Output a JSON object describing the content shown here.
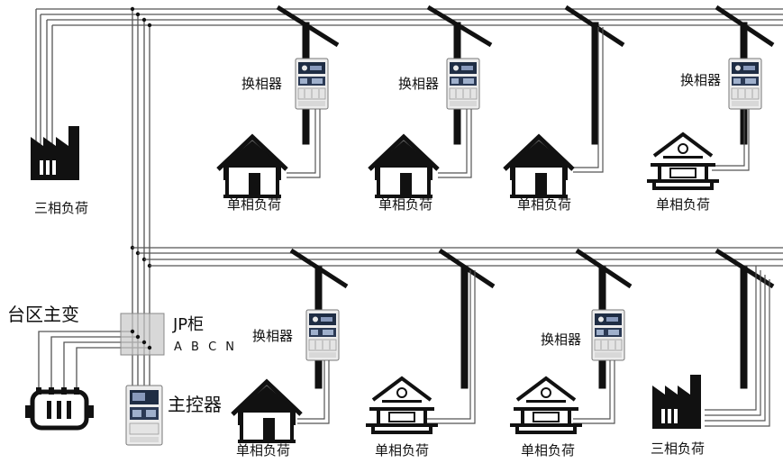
{
  "labels": {
    "three_phase_load": "三相负荷",
    "single_phase_load": "单相负荷",
    "phase_changer": "换相器",
    "transformer": "台区主变",
    "jp_cabinet": "JP柜",
    "phases": "A B C N",
    "main_controller": "主控器"
  },
  "colors": {
    "line": "#555555",
    "dark": "#111111",
    "box_fill": "#c8c8c8",
    "device_dark": "#1f2d44"
  }
}
